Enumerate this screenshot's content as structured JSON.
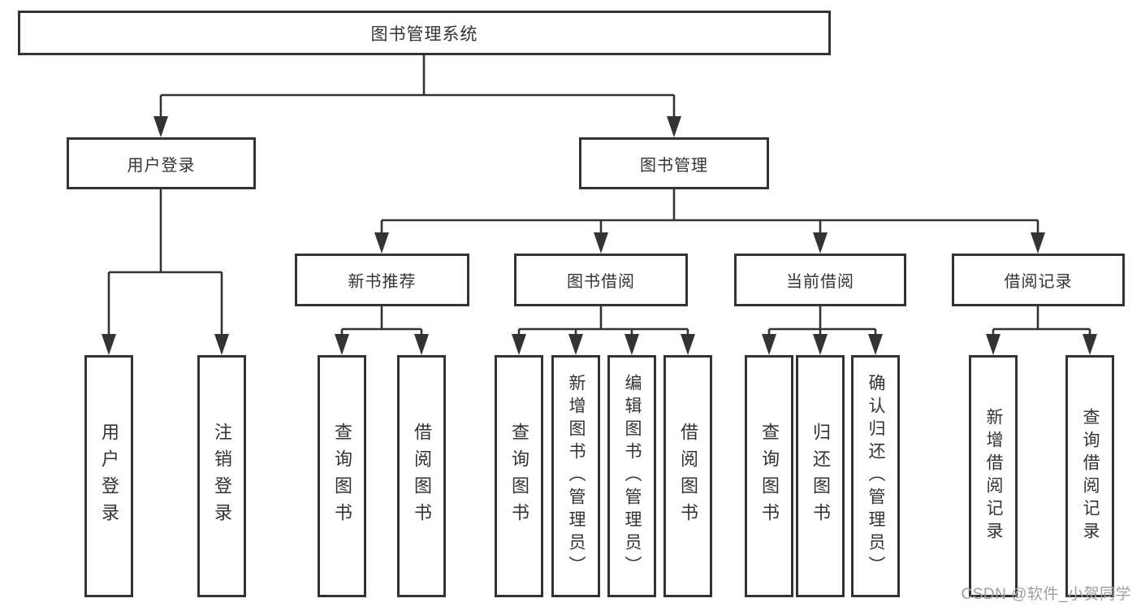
{
  "diagram": {
    "type": "hierarchy-tree",
    "title": "图书管理系统",
    "colors": {
      "line": "#333333",
      "text": "#333333",
      "box_fill": "#ffffff",
      "watermark": "#9e9e9e",
      "background": "#ffffff"
    },
    "tree": {
      "root": "图书管理系统",
      "level2": [
        {
          "label": "用户登录",
          "children": [
            {
              "label": "用户登录"
            },
            {
              "label": "注销登录"
            }
          ]
        },
        {
          "label": "图书管理",
          "children": [
            {
              "label": "新书推荐",
              "children": [
                {
                  "label": "查询图书"
                },
                {
                  "label": "借阅图书"
                }
              ]
            },
            {
              "label": "图书借阅",
              "children": [
                {
                  "label": "查询图书"
                },
                {
                  "label": "新增图书（管理员）"
                },
                {
                  "label": "编辑图书（管理员）"
                },
                {
                  "label": "借阅图书"
                }
              ]
            },
            {
              "label": "当前借阅",
              "children": [
                {
                  "label": "查询图书"
                },
                {
                  "label": "归还图书"
                },
                {
                  "label": "确认归还（管理员）"
                }
              ]
            },
            {
              "label": "借阅记录",
              "children": [
                {
                  "label": "新增借阅记录"
                },
                {
                  "label": "查询借阅记录"
                }
              ]
            }
          ]
        }
      ]
    },
    "watermark": "CSDN @软件_小贺同学"
  }
}
